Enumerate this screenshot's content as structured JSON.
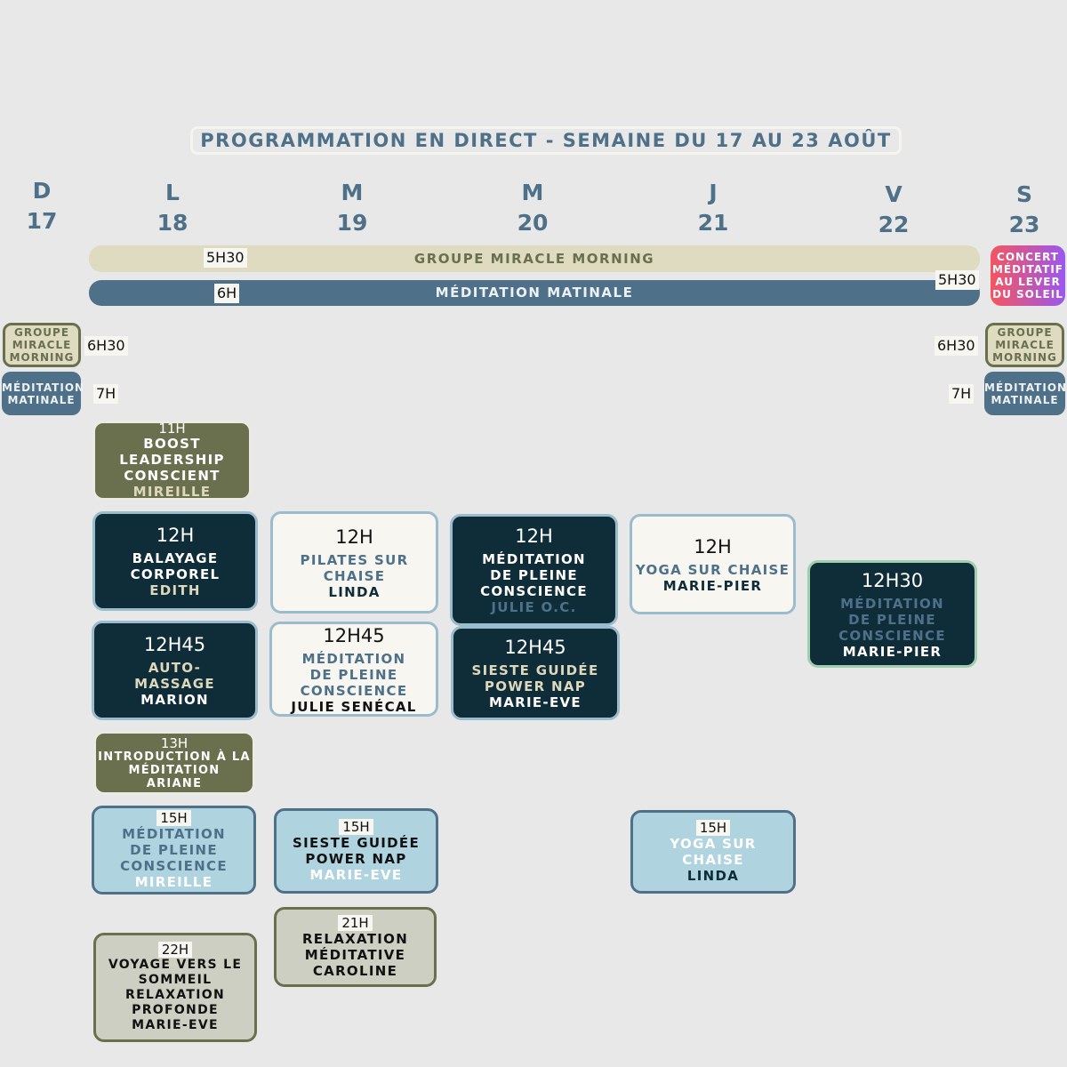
{
  "title": "PROGRAMMATION EN DIRECT - SEMAINE DU 17 AU 23 AOÛT",
  "days": [
    {
      "letter": "D",
      "num": "17"
    },
    {
      "letter": "L",
      "num": "18"
    },
    {
      "letter": "M",
      "num": "19"
    },
    {
      "letter": "M",
      "num": "20"
    },
    {
      "letter": "J",
      "num": "21"
    },
    {
      "letter": "V",
      "num": "22"
    },
    {
      "letter": "S",
      "num": "23"
    }
  ],
  "bars": {
    "miracle": {
      "label": "GROUPE MIRACLE MORNING",
      "time_start": "5H30",
      "time_end": "5H30"
    },
    "meditation": {
      "label": "MÉDITATION MATINALE",
      "time": "6H"
    }
  },
  "concert": "CONCERT MÉDITATIF AU LEVER DU SOLEIL",
  "sunday": {
    "miracle": "GROUPE MIRACLE MORNING",
    "miracle_time": "6H30",
    "meditation": "MÉDITATION MATINALE",
    "meditation_time": "7H"
  },
  "saturday": {
    "miracle": "GROUPE MIRACLE MORNING",
    "miracle_time": "6H30",
    "meditation": "MÉDITATION MATINALE",
    "meditation_time": "7H"
  },
  "colors": {
    "dark": "#0f2c39",
    "olive": "#6a6f4e",
    "steel": "#4e7189",
    "cream": "#ddd8bb",
    "light_blue": "#b0d3e0",
    "grey": "#cdcfc3",
    "white": "#f7f6f1"
  },
  "events": [
    {
      "id": "e1",
      "time": "11H",
      "lines": [
        [
          "BOOST",
          "w"
        ],
        [
          "LEADERSHIP",
          "w"
        ],
        [
          "CONSCIENT",
          "w"
        ],
        [
          "MIREILLE",
          "c"
        ]
      ]
    },
    {
      "id": "e2",
      "time": "12H",
      "lines": [
        [
          "BALAYAGE",
          "w"
        ],
        [
          "CORPOREL",
          "w"
        ],
        [
          "EDITH",
          "c"
        ]
      ]
    },
    {
      "id": "e3",
      "time": "12H",
      "lines": [
        [
          "PILATES SUR",
          "s"
        ],
        [
          "CHAISE",
          "s"
        ],
        [
          "LINDA",
          "d"
        ]
      ]
    },
    {
      "id": "e4",
      "time": "12H",
      "lines": [
        [
          "MÉDITATION",
          "w"
        ],
        [
          "DE PLEINE",
          "w"
        ],
        [
          "CONSCIENCE",
          "w"
        ],
        [
          "JULIE O.C.",
          "s"
        ]
      ]
    },
    {
      "id": "e5",
      "time": "12H",
      "lines": [
        [
          "YOGA SUR CHAISE",
          "s"
        ],
        [
          "MARIE-PIER",
          "d"
        ]
      ]
    },
    {
      "id": "e6",
      "time": "12H30",
      "lines": [
        [
          "MÉDITATION",
          "s"
        ],
        [
          "DE PLEINE",
          "s"
        ],
        [
          "CONSCIENCE",
          "s"
        ],
        [
          "MARIE-PIER",
          "w"
        ]
      ]
    },
    {
      "id": "e7",
      "time": "12H45",
      "lines": [
        [
          "AUTO-",
          "c"
        ],
        [
          "MASSAGE",
          "c"
        ],
        [
          "MARION",
          "w"
        ]
      ]
    },
    {
      "id": "e8",
      "time": "12H45",
      "lines": [
        [
          "MÉDITATION",
          "s"
        ],
        [
          "DE PLEINE",
          "s"
        ],
        [
          "CONSCIENCE",
          "s"
        ],
        [
          "JULIE SENÉCAL",
          "k"
        ]
      ]
    },
    {
      "id": "e9",
      "time": "12H45",
      "lines": [
        [
          "SIESTE GUIDÉE",
          "c"
        ],
        [
          "POWER NAP",
          "c"
        ],
        [
          "MARIE-EVE",
          "w"
        ]
      ]
    },
    {
      "id": "e10",
      "time": "13H",
      "lines": [
        [
          "INTRODUCTION À LA",
          "w"
        ],
        [
          "MÉDITATION",
          "w"
        ],
        [
          "ARIANE",
          "w"
        ]
      ]
    },
    {
      "id": "e11",
      "time": "15H",
      "lines": [
        [
          "MÉDITATION",
          "s"
        ],
        [
          "DE PLEINE",
          "s"
        ],
        [
          "CONSCIENCE",
          "s"
        ],
        [
          "MIREILLE",
          "w"
        ]
      ]
    },
    {
      "id": "e12",
      "time": "15H",
      "lines": [
        [
          "SIESTE GUIDÉE",
          "k"
        ],
        [
          "POWER NAP",
          "k"
        ],
        [
          "MARIE-EVE",
          "w"
        ]
      ]
    },
    {
      "id": "e13",
      "time": "15H",
      "lines": [
        [
          "YOGA SUR",
          "w"
        ],
        [
          "CHAISE",
          "w"
        ],
        [
          "LINDA",
          "d"
        ]
      ]
    },
    {
      "id": "e14",
      "time": "21H",
      "lines": [
        [
          "RELAXATION",
          "k"
        ],
        [
          "MÉDITATIVE",
          "k"
        ],
        [
          "CAROLINE",
          "k"
        ]
      ]
    },
    {
      "id": "e15",
      "time": "22H",
      "lines": [
        [
          "VOYAGE VERS LE",
          "k"
        ],
        [
          "SOMMEIL",
          "k"
        ],
        [
          "RELAXATION",
          "k"
        ],
        [
          "PROFONDE",
          "k"
        ],
        [
          "MARIE-EVE",
          "k"
        ]
      ]
    }
  ]
}
